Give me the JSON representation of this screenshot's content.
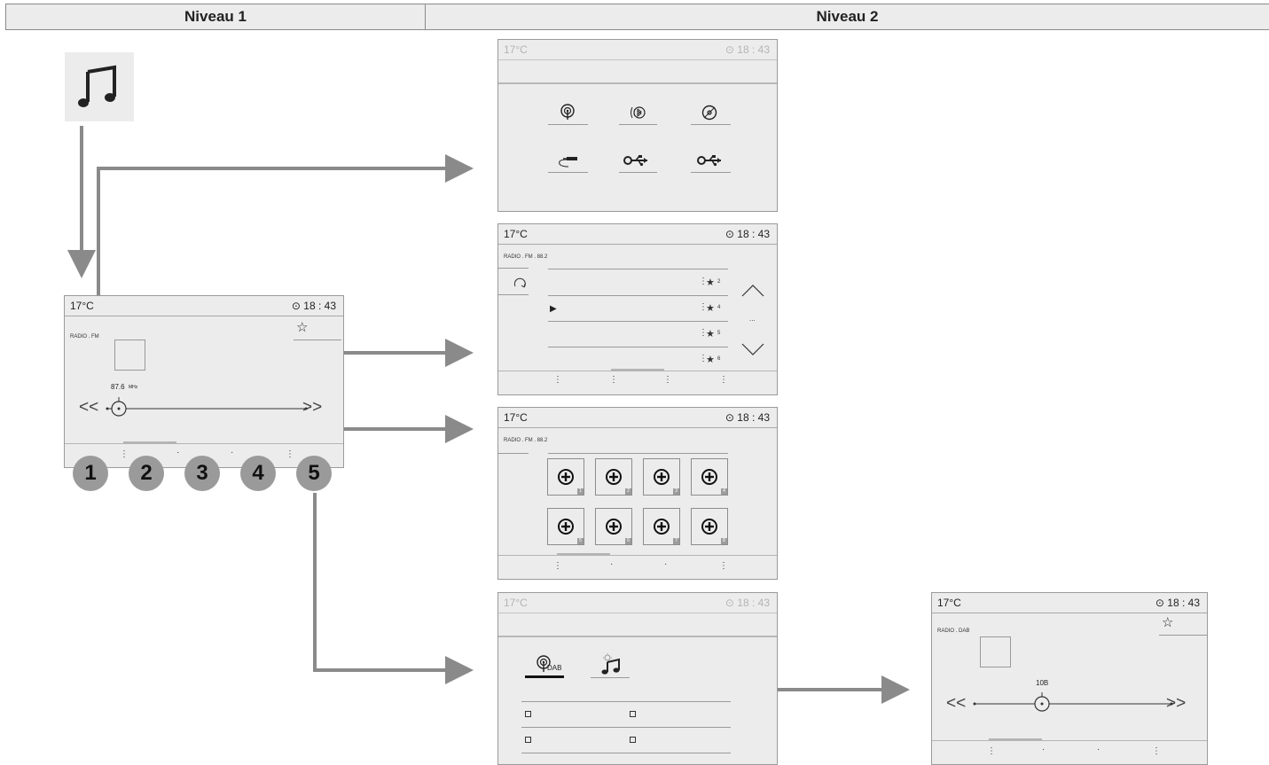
{
  "header": {
    "col1": "Niveau 1",
    "col2": "Niveau 2"
  },
  "badges": [
    "1",
    "2",
    "3",
    "4",
    "5"
  ],
  "icons": {
    "start": "music-note-icon",
    "sources": [
      "radio-icon",
      "bluetooth-icon",
      "cd-icon",
      "aux-jack-icon",
      "usb-icon",
      "usb-icon"
    ],
    "stations": [
      "refresh-icon",
      "play-icon",
      "star-icon",
      "chevron-up-icon",
      "chevron-down-icon"
    ],
    "presets": "plus-circle-icon",
    "settings": [
      "dab-radio-icon",
      "music-settings-icon"
    ]
  },
  "level1": {
    "temp": "17°C",
    "clock": "⊙ 18 : 43",
    "band": "RADIO . FM",
    "freq": "87.6",
    "freq_unit": "MHz",
    "left_arrows": "<<",
    "right_arrows": ">>",
    "star": "☆",
    "toolbar": [
      "⋮",
      "·",
      "·",
      "⋮"
    ]
  },
  "sources_screen": {
    "temp": "17°C",
    "clock": "⊙ 18 : 43"
  },
  "stations_screen": {
    "temp": "17°C",
    "clock": "⊙ 18 : 43",
    "band": "RADIO . FM . 88.2",
    "stars": [
      "2",
      "4",
      "5",
      "6"
    ],
    "star_symbol": "★",
    "dots": "⋮",
    "more": "...",
    "play": "▶",
    "toolbar": [
      "⋮",
      "⋮",
      "⋮",
      "⋮"
    ]
  },
  "presets_screen": {
    "temp": "17°C",
    "clock": "⊙ 18 : 43",
    "band": "RADIO . FM . 88.2",
    "numbers": [
      "1",
      "2",
      "3",
      "4",
      "5",
      "6",
      "7",
      "8"
    ],
    "toolbar": [
      "⋮",
      "·",
      "·",
      "⋮"
    ]
  },
  "settings_screen": {
    "temp": "17°C",
    "clock": "⊙ 18 : 43",
    "dab_label": "DAB"
  },
  "dab_screen": {
    "temp": "17°C",
    "clock": "⊙ 18 : 43",
    "band": "RADIO . DAB",
    "channel": "10B",
    "left_arrows": "<<",
    "right_arrows": ">>",
    "star": "☆",
    "toolbar": [
      "⋮",
      "·",
      "·",
      "⋮"
    ]
  }
}
